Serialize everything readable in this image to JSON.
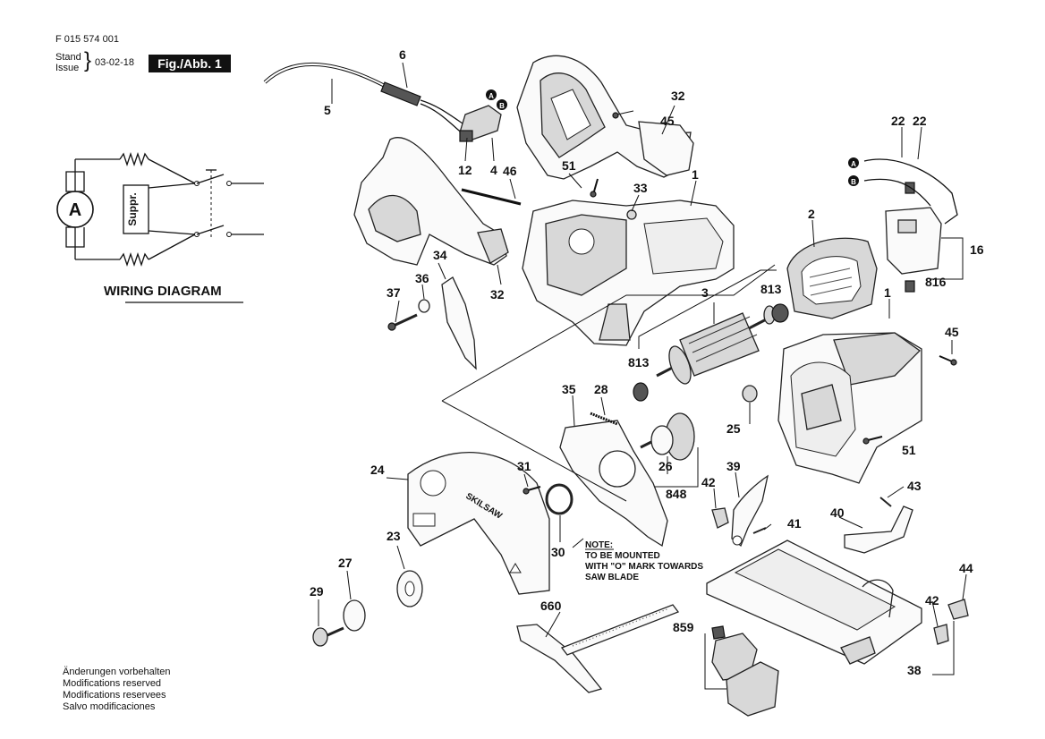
{
  "header": {
    "doc_number": "F 015 574 001",
    "stand_label": "Stand",
    "issue_label": "Issue",
    "date": "03-02-18",
    "figure_label": "Fig./Abb. 1"
  },
  "wiring": {
    "title": "WIRING DIAGRAM",
    "motor_label": "A",
    "suppr_label": "Suppr."
  },
  "markers": {
    "a": "A",
    "b": "B"
  },
  "callouts": {
    "c1a": "1",
    "c1b": "1",
    "c2": "2",
    "c3": "3",
    "c4": "4",
    "c5": "5",
    "c6": "6",
    "c12": "12",
    "c16": "16",
    "c22a": "22",
    "c22b": "22",
    "c23": "23",
    "c24": "24",
    "c25": "25",
    "c26": "26",
    "c27": "27",
    "c28": "28",
    "c29": "29",
    "c30": "30",
    "c31": "31",
    "c32a": "32",
    "c32b": "32",
    "c33": "33",
    "c34": "34",
    "c35": "35",
    "c36": "36",
    "c37": "37",
    "c38": "38",
    "c39": "39",
    "c40": "40",
    "c41": "41",
    "c42a": "42",
    "c42b": "42",
    "c43": "43",
    "c44": "44",
    "c45a": "45",
    "c45b": "45",
    "c46": "46",
    "c51a": "51",
    "c51b": "51",
    "c660": "660",
    "c813a": "813",
    "c813b": "813",
    "c816": "816",
    "c848": "848",
    "c859": "859"
  },
  "note": {
    "title": "NOTE:",
    "line1": "TO BE MOUNTED",
    "line2": "WITH \"O\" MARK TOWARDS",
    "line3": "SAW BLADE"
  },
  "guard_brand": "SKILSAW",
  "footer": {
    "line1": "Änderungen vorbehalten",
    "line2": "Modifications reserved",
    "line3": "Modifications reservees",
    "line4": "Salvo modificaciones"
  }
}
